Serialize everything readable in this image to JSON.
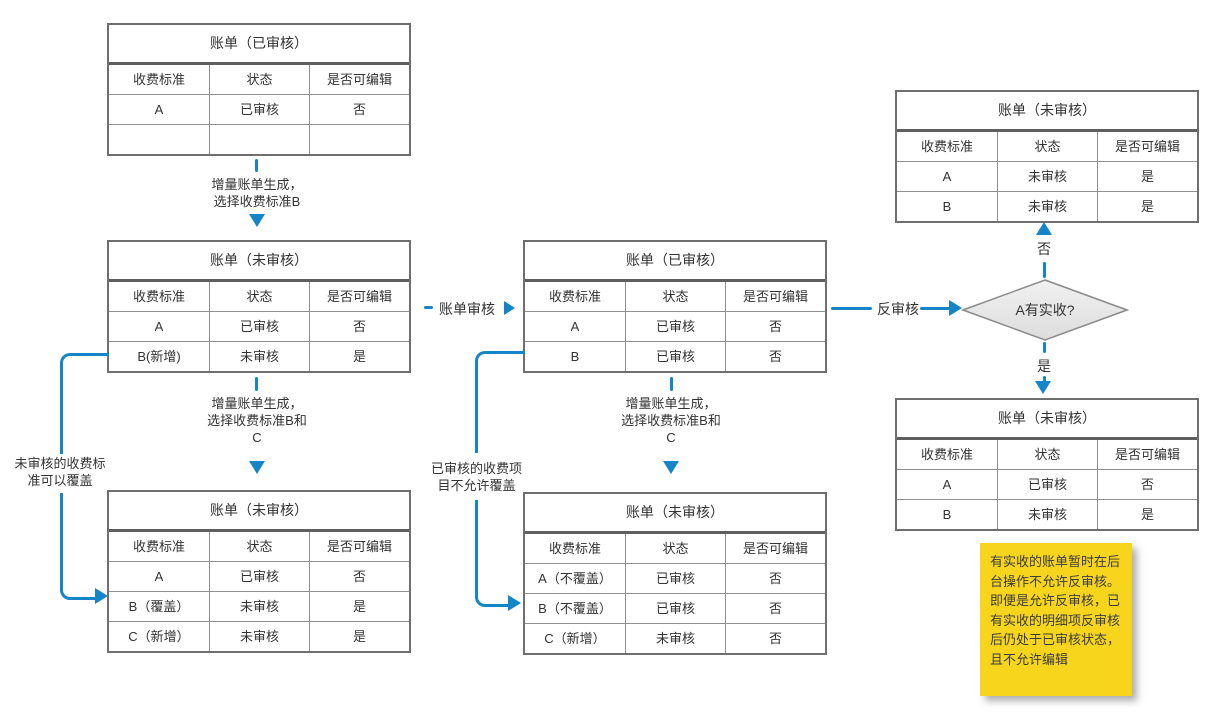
{
  "colors": {
    "accent_blue": "#1485C6",
    "table_border_gray": "#6f6f6f",
    "text": "#333333",
    "diamond_fill": "#e9e9e9",
    "note_yellow": "#F7D51D"
  },
  "table_headers": [
    "收费标准",
    "状态",
    "是否可编辑"
  ],
  "tables": {
    "top_left": {
      "title": "账单（已审核）",
      "rows": [
        [
          "A",
          "已审核",
          "否"
        ],
        [
          "",
          "",
          ""
        ]
      ]
    },
    "mid_left": {
      "title": "账单（未审核）",
      "rows": [
        [
          "A",
          "已审核",
          "否"
        ],
        [
          "B(新增)",
          "未审核",
          "是"
        ]
      ]
    },
    "bottom_left": {
      "title": "账单（未审核）",
      "rows": [
        [
          "A",
          "已审核",
          "否"
        ],
        [
          "B（覆盖）",
          "未审核",
          "是"
        ],
        [
          "C（新增）",
          "未审核",
          "是"
        ]
      ]
    },
    "center": {
      "title": "账单（已审核）",
      "rows": [
        [
          "A",
          "已审核",
          "否"
        ],
        [
          "B",
          "已审核",
          "否"
        ]
      ]
    },
    "bottom_center": {
      "title": "账单（未审核）",
      "rows": [
        [
          "A（不覆盖）",
          "已审核",
          "否"
        ],
        [
          "B（不覆盖）",
          "已审核",
          "否"
        ],
        [
          "C（新增）",
          "未审核",
          "否"
        ]
      ]
    },
    "top_right": {
      "title": "账单（未审核）",
      "rows": [
        [
          "A",
          "未审核",
          "是"
        ],
        [
          "B",
          "未审核",
          "是"
        ]
      ]
    },
    "bottom_right": {
      "title": "账单（未审核）",
      "rows": [
        [
          "A",
          "已审核",
          "否"
        ],
        [
          "B",
          "未审核",
          "是"
        ]
      ]
    }
  },
  "labels": {
    "generate_b": [
      "增量账单生成，",
      "选择收费标准B"
    ],
    "generate_bc": [
      "增量账单生成，",
      "选择收费标准B和",
      "C"
    ],
    "audit": "账单审核",
    "reverse_audit": "反审核",
    "decision": "A有实收?",
    "yes": "是",
    "no": "否",
    "override_allowed": [
      "未审核的收费标",
      "准可以覆盖"
    ],
    "override_denied": [
      "已审核的收费项",
      "目不允许覆盖"
    ],
    "note": "有实收的账单暂时在后台操作不允许反审核。即便是允许反审核，已有实收的明细项反审核后仍处于已审核状态，且不允许编辑"
  }
}
